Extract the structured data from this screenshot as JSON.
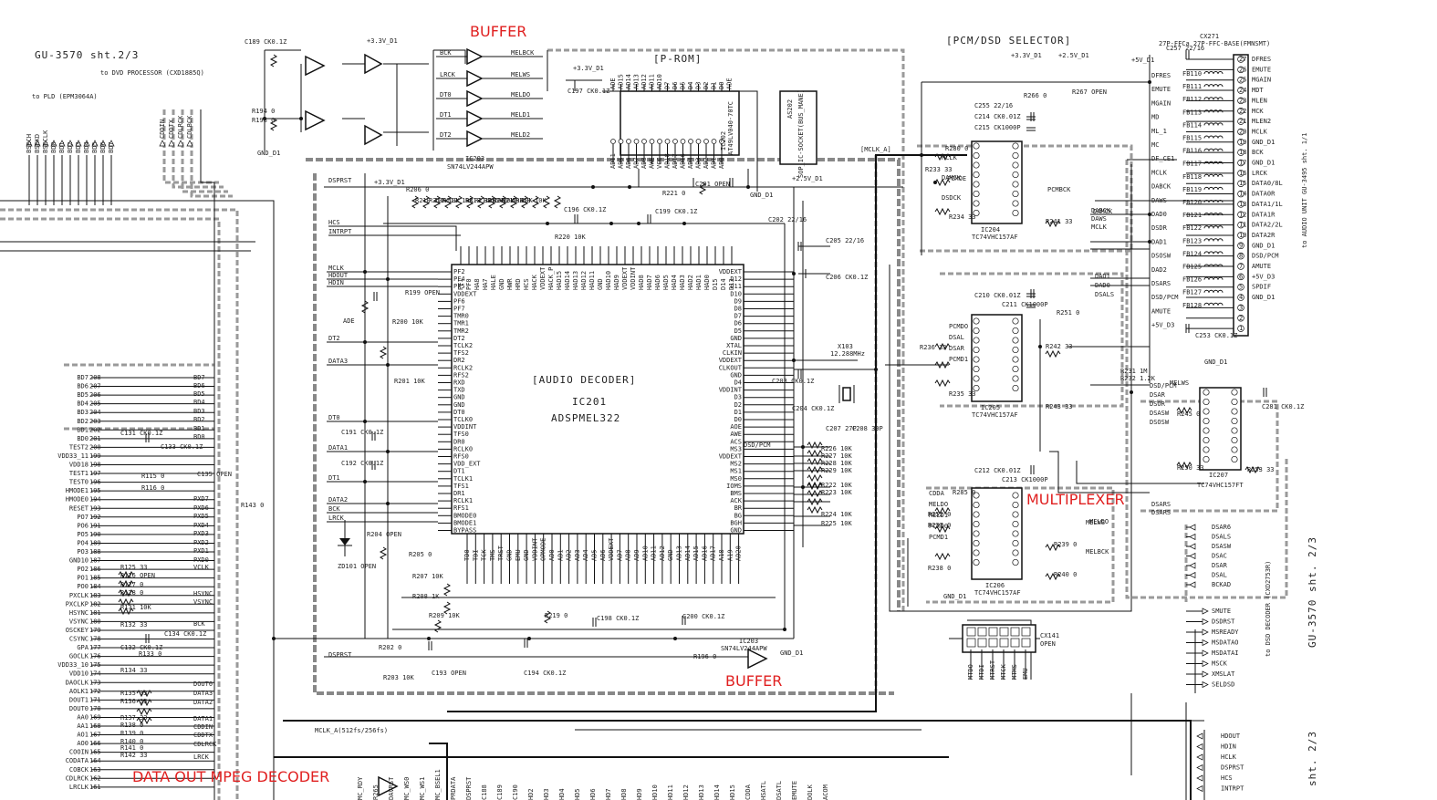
{
  "annotations": {
    "buffer_top": "BUFFER",
    "buffer_bottom": "BUFFER",
    "multiplexer": "MULTIPLEXER",
    "data_out": "DATA OUT MPEG DECODER"
  },
  "sheet_refs": {
    "top_left": "GU-3570 sht.2/3",
    "to_dvd": "to DVD PROCESSOR (CXD1885Q)",
    "to_pld": "to PLD (EPM3064A)",
    "right_audio": "to AUDIO UNIT GU-3495 sht. 1/1",
    "right_sht": "GU-3570 sht. 2/3",
    "right_sht2": "sht. 2/3",
    "right_dsd": "to DSD DECODER (CXD2753R)",
    "mclk_a": "MCLK_A(512fs/256fs)",
    "mclk_a_top": "[MCLK_A]"
  },
  "blocks": {
    "audio_decoder": {
      "title": "[AUDIO DECODER]",
      "ref": "IC201",
      "part": "ADSPMEL322"
    },
    "prom": {
      "title": "[P-ROM]",
      "ref": "IC202",
      "part": "AT49LV040-70TC",
      "socket": "AS202",
      "socket_label": "SOP_IC-SOCKET(BUS_MANE)"
    },
    "pcm_selector": {
      "title": "[PCM/DSD SELECTOR]"
    },
    "ic203_top": {
      "ref": "IC203",
      "part": "SN74LV244APW"
    },
    "ic203_bottom": {
      "ref": "IC203",
      "part": "SN74LV244APW"
    },
    "ic204": {
      "ref": "IC204",
      "part": "TC74VHC157AF"
    },
    "ic205": {
      "ref": "IC205",
      "part": "TC74VHC157AF"
    },
    "ic206": {
      "ref": "IC206",
      "part": "TC74VHC157AF"
    },
    "ic207": {
      "ref": "IC207",
      "part": "TC74VHC157FT"
    },
    "cx271": {
      "ref": "CX271",
      "desc": "27P-FFCa 27P-FFC-BASE(FMNSMT)"
    },
    "cx141": {
      "ref": "CX141",
      "desc": "OPEN"
    },
    "xtal": {
      "ref": "X103",
      "freq": "12.288MHz"
    }
  },
  "power": {
    "v33": "+3.3V_D1",
    "v25": "+2.5V_D1",
    "v5": "+5V_D1",
    "gnd": "GND_D1",
    "v25b": "+2.5V_D1"
  },
  "buffer_top_pins": [
    "BCK",
    "LRCK",
    "DT0",
    "DT1",
    "DT2"
  ],
  "buffer_top_outs": [
    "MELBCK",
    "MELWS",
    "MELDO",
    "MELD1",
    "MELD2"
  ],
  "pld_signals": [
    "BSECH",
    "BSEKD",
    "BSECLK",
    "BD0",
    "BD1",
    "BD2",
    "BD3",
    "BD4",
    "BD5",
    "BD6",
    "BD7"
  ],
  "dvd_signals": [
    "CDDIN",
    "CDDTX",
    "CDLRCK",
    "CDLBCK"
  ],
  "decoder_left_pins": [
    "PF2",
    "PF4",
    "PF5",
    "VDDEXT",
    "PF6",
    "PF7",
    "TMR0",
    "TMR1",
    "TMR2",
    "DT2",
    "TCLK2",
    "TFS2",
    "DR2",
    "RCLK2",
    "RFS2",
    "RXD",
    "TXD",
    "GND",
    "GND",
    "DT0",
    "TCLK0",
    "VDDINT",
    "TFS0",
    "DR0",
    "RCLK0",
    "RFS0",
    "VDD_EXT",
    "DT1",
    "TCLK1",
    "TFS1",
    "DR1",
    "RCLK1",
    "RFS1",
    "BMODE0",
    "BMODE1",
    "BYPASS"
  ],
  "decoder_right_pins": [
    "VDDEXT",
    "D12",
    "D11",
    "D10",
    "D9",
    "D8",
    "D7",
    "D6",
    "D5",
    "GND",
    "XTAL",
    "CLKIN",
    "VDDEXT",
    "CLKOUT",
    "GND",
    "D4",
    "VDDINT",
    "D3",
    "D2",
    "D1",
    "D0",
    "AOE",
    "AWE",
    "ACS",
    "MS3",
    "VDDEXT",
    "MS2",
    "MS1",
    "MS0",
    "IOMS",
    "BMS",
    "ACK",
    "BR",
    "BG",
    "BGH",
    "GND"
  ],
  "decoder_top_pins": [
    "PF1",
    "PF0",
    "HA8",
    "HA7",
    "HALE",
    "GND",
    "HWR",
    "HRD",
    "HCS",
    "HACK",
    "VDDEXT",
    "HACK_P",
    "HAD15",
    "HAD14",
    "HAD13",
    "HAD12",
    "HAD11",
    "GND",
    "HAD10",
    "HAD9",
    "VDDEXT",
    "VDDINT",
    "HAD8",
    "HAD7",
    "HAD6",
    "HAD5",
    "HAD4",
    "HAD3",
    "HAD2",
    "HAD1",
    "HAD0",
    "D15",
    "D14",
    "D13"
  ],
  "decoder_bottom_pins": [
    "TD0",
    "TDI",
    "TCK",
    "TMS",
    "TRST",
    "GND",
    "EMU",
    "GND",
    "VDDINT",
    "OPMODE",
    "AD0",
    "AD1",
    "AD2",
    "AD3",
    "AD4",
    "AD5",
    "AD6",
    "VDDEXT",
    "AD7",
    "AD8",
    "AD9",
    "AD10",
    "AD11",
    "AD12",
    "GND",
    "AD13",
    "AD14",
    "AD15",
    "AD16",
    "AD17",
    "A18",
    "A19",
    "AD20"
  ],
  "prom_pins_top": [
    "ADE",
    "AD15",
    "AD14",
    "AD13",
    "AD12",
    "AD11",
    "AD10",
    "D7",
    "D6",
    "D5",
    "D4",
    "D3",
    "D2",
    "D1",
    "D0",
    "ADE"
  ],
  "prom_pins_bottom": [
    "AD11",
    "AD5",
    "AD6",
    "AD7",
    "AD8",
    "AWE",
    "VCC",
    "AD18",
    "AD17",
    "AD16",
    "AD4",
    "AD3",
    "AD2",
    "AD1",
    "AD0"
  ],
  "left_net_labels": [
    "DSPRST",
    "HCS",
    "INTRPT",
    "MCLK",
    "HDOUT",
    "HDIN",
    "DT2",
    "DATA3",
    "DT0",
    "DATA1",
    "DT1",
    "DATA2",
    "BCK",
    "LRCK",
    "DSPRST"
  ],
  "left_resistors": [
    "R199 OPEN",
    "R200 10K",
    "R201 10K",
    "R204 OPEN",
    "R205 0",
    "R207 10K",
    "R208 1K",
    "R209 10K",
    "R202 0",
    "R203 10K",
    "R196 0"
  ],
  "cpu_pins": [
    {
      "n": "208",
      "l": "BD7"
    },
    {
      "n": "207",
      "l": "BD6"
    },
    {
      "n": "206",
      "l": "BD5"
    },
    {
      "n": "205",
      "l": "BD4"
    },
    {
      "n": "204",
      "l": "BD3"
    },
    {
      "n": "203",
      "l": "BD2"
    },
    {
      "n": "202",
      "l": "BD1"
    },
    {
      "n": "201",
      "l": "BD0"
    },
    {
      "n": "200",
      "l": "TEST2"
    },
    {
      "n": "199",
      "l": "VDD33_11"
    },
    {
      "n": "198",
      "l": "VDD18"
    },
    {
      "n": "197",
      "l": "TEST1"
    },
    {
      "n": "196",
      "l": "TEST0"
    },
    {
      "n": "195",
      "l": "HMODE1"
    },
    {
      "n": "194",
      "l": "HMODE0"
    },
    {
      "n": "193",
      "l": "RESET"
    },
    {
      "n": "192",
      "l": "PO7"
    },
    {
      "n": "191",
      "l": "PO6"
    },
    {
      "n": "190",
      "l": "PO5"
    },
    {
      "n": "189",
      "l": "PO4"
    },
    {
      "n": "188",
      "l": "PO3"
    },
    {
      "n": "187",
      "l": "GND10"
    },
    {
      "n": "186",
      "l": "PO2"
    },
    {
      "n": "185",
      "l": "PO1"
    },
    {
      "n": "184",
      "l": "PO0"
    },
    {
      "n": "183",
      "l": "PXCLK"
    },
    {
      "n": "182",
      "l": "PXCLKP"
    },
    {
      "n": "181",
      "l": "HSYNC"
    },
    {
      "n": "180",
      "l": "VSYNC"
    },
    {
      "n": "179",
      "l": "OSCKEY"
    },
    {
      "n": "178",
      "l": "CSYNC"
    },
    {
      "n": "177",
      "l": "GPA"
    },
    {
      "n": "176",
      "l": "GOCLK"
    },
    {
      "n": "175",
      "l": "VDD33_10"
    },
    {
      "n": "174",
      "l": "VDD10"
    },
    {
      "n": "173",
      "l": "DAOCLK"
    },
    {
      "n": "172",
      "l": "AOLK1"
    },
    {
      "n": "171",
      "l": "DOUT1"
    },
    {
      "n": "170",
      "l": "DOUT0"
    },
    {
      "n": "169",
      "l": "AA0"
    },
    {
      "n": "168",
      "l": "AA1"
    },
    {
      "n": "167",
      "l": "AO1"
    },
    {
      "n": "166",
      "l": "AO0"
    },
    {
      "n": "165",
      "l": "COOIN"
    },
    {
      "n": "164",
      "l": "CODATA"
    },
    {
      "n": "163",
      "l": "COBCK"
    },
    {
      "n": "162",
      "l": "CDLRCK"
    },
    {
      "n": "161",
      "l": "LRCLK"
    }
  ],
  "cpu_right_labels": [
    "BD7",
    "BD6",
    "BD5",
    "BD4",
    "BD3",
    "BD2",
    "BD1",
    "BD0",
    "PXD7",
    "PXD6",
    "PXD5",
    "PXD4",
    "PXD3",
    "PXD2",
    "PXD1",
    "PXD0",
    "VCLK",
    "HSYNC",
    "VSYNC",
    "BCK",
    "DOUT0",
    "DATA3",
    "DATA2",
    "DATA1",
    "CDDIN",
    "CDDTX",
    "CDLRCK",
    "LRCK"
  ],
  "cpu_resistors": [
    "R125 33",
    "R126 OPEN",
    "R127 0",
    "R128 0",
    "R131 10K",
    "R132 33",
    "R133 0",
    "R134 33",
    "R135 33",
    "R136 33",
    "R137 33",
    "R138 0",
    "R139 0",
    "R140 0",
    "R141 0",
    "R142 33",
    "R115 0",
    "R116 0"
  ],
  "caps": [
    "C189 CK0.1Z",
    "C196 CK0.1Z",
    "C199 CK0.1Z",
    "C202 22/16",
    "C205 22/16",
    "C206 CK0.1Z",
    "C203 CK0.1Z",
    "C204 CK0.1Z",
    "C191 CK0.1Z",
    "C192 CK0.1Z",
    "C197 CK0.1Z",
    "C198 CK0.1Z",
    "C200 CK0.1Z",
    "C201 OPEN",
    "C193 OPEN",
    "C194 CK0.1Z",
    "C131 CK0.1Z",
    "C133 CK0.1Z",
    "C134 CK0.1Z",
    "C135 OPEN",
    "C132 CK0.1Z",
    "C255 22/16",
    "C214 CK0.01Z",
    "C215 CK1000P",
    "C210 CK0.01Z",
    "C211 CK1000P",
    "C212 CK0.01Z",
    "C213 CK1000P",
    "C257 22/16",
    "C253 CK0.1Z",
    "C281 CK0.1Z",
    "C207 27P",
    "C208 30P"
  ],
  "mux_ic204_left": [
    "MCLK",
    "DAMCK",
    "DSDCK"
  ],
  "mux_ic204_right": [
    "DABCK",
    "DAWS",
    "MCLK"
  ],
  "mux_ic205_left": [
    "PCMDO",
    "DSAL",
    "DSAR",
    "PCMD1"
  ],
  "mux_ic205_right": [
    "DAD1",
    "DAD0",
    "DSALS"
  ],
  "mux_ic206_left": [
    "CDDA",
    "MELDO",
    "MELD1",
    "PCMD0",
    "PCMD1"
  ],
  "mux_ic206_right": [
    "MELWS",
    "MELBCK"
  ],
  "mux_ic207_left": [
    "DSD/PCM",
    "DSAR",
    "DSOR",
    "DSASW",
    "DSOSW"
  ],
  "mux_ic207_right": [
    "DSARS",
    "DSARS"
  ],
  "mux_resistors": [
    "R280 0",
    "R233 33",
    "R234 33",
    "R241 33",
    "R251 0",
    "R236 33",
    "R242 33",
    "R235 33",
    "R243 33",
    "R285 0",
    "R252 0",
    "R237 0",
    "R238 0",
    "R239 0",
    "R240 0",
    "R245 0",
    "R250 33",
    "R253 33",
    "R231 1M",
    "R232 1.2K",
    "R266 0",
    "R267 OPEN"
  ],
  "cx271_signals": [
    "DFRES",
    "EMUTE",
    "MGAIN",
    "MDT",
    "MLEN",
    "MCK",
    "MLEN2",
    "MCLK",
    "GND_D1",
    "BCK",
    "GND_D1",
    "LRCK",
    "DATA0/8L",
    "DATA0R",
    "DATA1/1L",
    "DATA1R",
    "DATA2/2L",
    "DATA2R",
    "GND_D1",
    "DSD/PCM",
    "AMUTE",
    "+5V_D3",
    "SPDIF",
    "GND_D1"
  ],
  "cx271_pins": [
    "27",
    "26",
    "25",
    "24",
    "23",
    "22",
    "21",
    "20",
    "19",
    "18",
    "17",
    "16",
    "15",
    "14",
    "13",
    "12",
    "11",
    "10",
    "9",
    "8",
    "7",
    "6",
    "5",
    "4",
    "3",
    "2",
    "1"
  ],
  "cx271_left": [
    "DFRES",
    "EMUTE",
    "MGAIN",
    "MD",
    "ML_1",
    "MC",
    "DF_CE1",
    "MCLK",
    "DABCK",
    "DAWS",
    "DAD0",
    "DSDR",
    "DAD1",
    "DSOSW",
    "DAD2",
    "DSARS",
    "DSD/PCM",
    "AMUTE",
    "+5V_D3"
  ],
  "ferrites": [
    "FB110",
    "FB111",
    "FB112",
    "FB113",
    "FB114",
    "FB115",
    "FB116",
    "FB117",
    "FB118",
    "FB119",
    "FB120",
    "FB121",
    "FB122",
    "FB123",
    "FB124",
    "FB125",
    "FB126",
    "FB127",
    "FB128"
  ],
  "dsd_out": [
    "DSAR6",
    "DSALS",
    "DSASW",
    "DSAC",
    "DSAR",
    "DSAL",
    "BCKAD"
  ],
  "dsd_ctrl": [
    "SMUTE",
    "DSDRST",
    "MSREADY",
    "MSDATAO",
    "MSDATAI",
    "MSCK",
    "XMSLAT",
    "SELDSD"
  ],
  "host_sigs": [
    "HDOUT",
    "HDIN",
    "HCLK",
    "DSPRST",
    "HCS",
    "INTRPT"
  ],
  "cx141_pins": [
    "MTDO",
    "MTDI",
    "MTRST",
    "MTCK",
    "MTMS",
    "EMU"
  ],
  "bottom_sigs": [
    "MCLK_A(512fs/256fs)",
    "MC_RDY",
    "R265",
    "DAVRST",
    "MC_WS0",
    "MC_WS1",
    "MC_BSEL1",
    "PRDATA",
    "DSPRST",
    "C188",
    "C189",
    "C190",
    "HD2",
    "HD3",
    "HD4",
    "HD5",
    "HD6",
    "HD7",
    "HD8",
    "HD9",
    "HD10",
    "HD11",
    "HD12",
    "HD13",
    "HD14",
    "HD15",
    "CDDA",
    "HSATL",
    "DSATL",
    "EMUTE",
    "DOLK",
    "ACOM"
  ],
  "misc": [
    "ZD101 OPEN",
    "R219 0",
    "R220 10K",
    "R221 0",
    "R206 0",
    "R210 10K",
    "R211 10K",
    "R212 10K",
    "R213 10K",
    "R214 10K",
    "R215 10K",
    "R216 10K",
    "R217 10K",
    "R218 10K",
    "R222 10K",
    "R223 10K",
    "R224 10K",
    "R225 10K",
    "R226 10K",
    "R227 10K",
    "R228 10K",
    "R229 10K",
    "R194 0",
    "R198 0",
    "R143 0",
    "PCMOE",
    "DAMCK",
    "PCMBCK",
    "MELDO",
    "MELWS",
    "DSD/PCM",
    "ADE",
    "R197 10K"
  ]
}
